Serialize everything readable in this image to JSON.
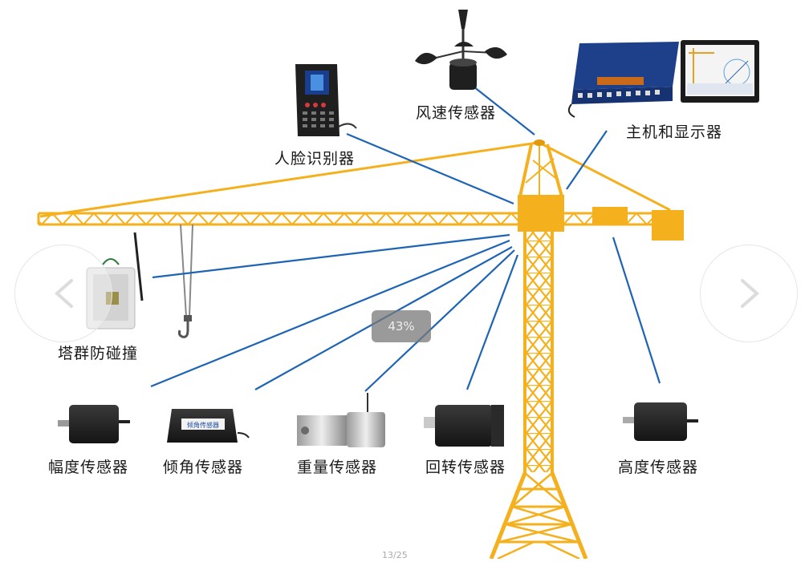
{
  "colors": {
    "crane": "#F5B01E",
    "crane_dark": "#E29A0C",
    "line": "#1E64B4",
    "device": "#1c1c1c",
    "host": "#1E3F8A"
  },
  "labels": {
    "wind": "风速传感器",
    "face": "人脸识别器",
    "host": "主机和显示器",
    "anti": "塔群防碰撞",
    "amplitude": "幅度传感器",
    "tilt": "倾角传感器",
    "weight": "重量传感器",
    "rotation": "回转传感器",
    "height": "高度传感器"
  },
  "device_texts": {
    "tilt_plate": "倾角传感器"
  },
  "viewer": {
    "zoom": "43%",
    "page_indicator": "13/25"
  },
  "icons": {
    "prev": "chevron-left-icon",
    "next": "chevron-right-icon"
  }
}
